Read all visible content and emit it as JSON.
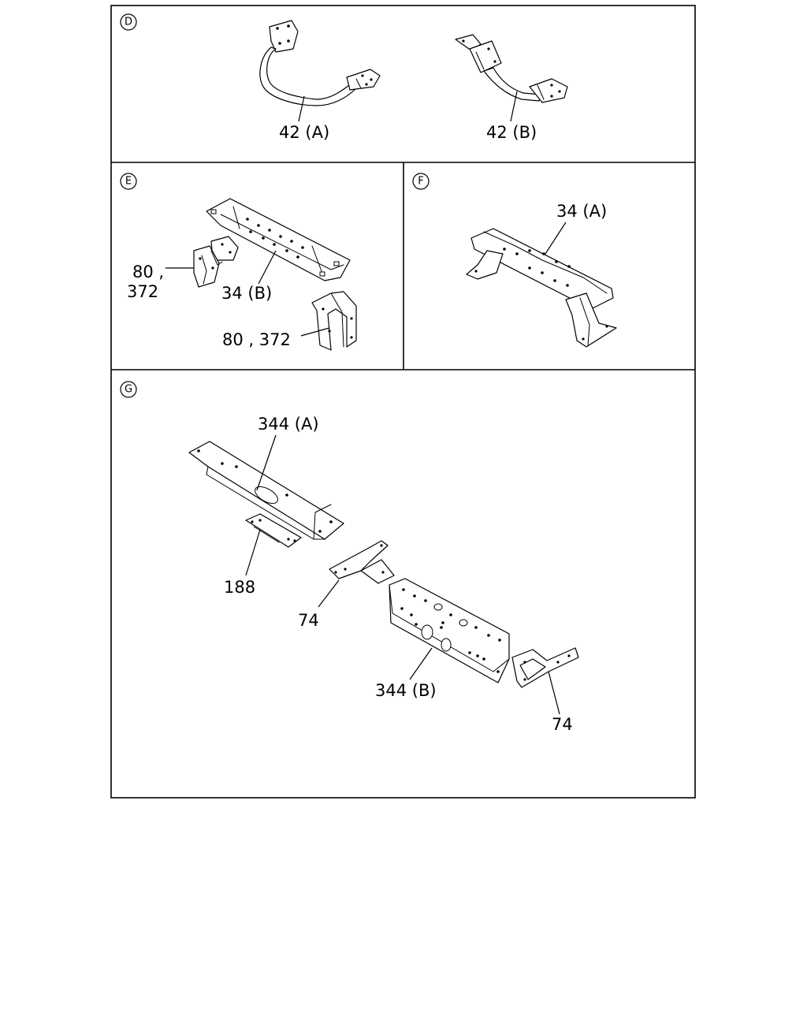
{
  "sections": {
    "d": {
      "marker": "D",
      "labels": {
        "a": "42 (A)",
        "b": "42 (B)"
      }
    },
    "e": {
      "marker": "E",
      "labels": {
        "bracket_upper_1": "80 ,",
        "bracket_upper_2": "372",
        "member": "34 (B)",
        "bracket_lower": "80 , 372"
      }
    },
    "f": {
      "marker": "F",
      "labels": {
        "member": "34 (A)"
      }
    },
    "g": {
      "marker": "G",
      "labels": {
        "member_a": "344 (A)",
        "plate": "188",
        "gusset_left": "74",
        "member_b": "344 (B)",
        "gusset_right": "74"
      }
    }
  }
}
